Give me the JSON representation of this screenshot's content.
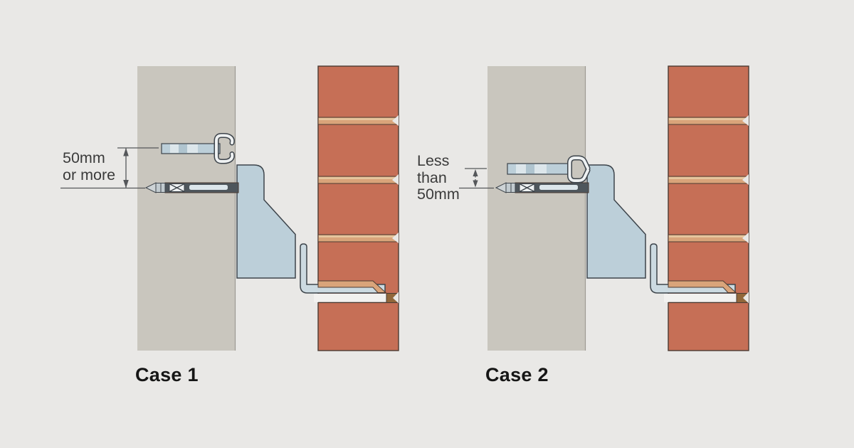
{
  "cases": [
    {
      "label": "Case 1",
      "dimension_label_lines": [
        "50mm",
        "or more"
      ]
    },
    {
      "label": "Case 2",
      "dimension_label_lines": [
        "Less",
        "than",
        "50mm"
      ]
    }
  ],
  "colors": {
    "bg": "#e9e8e6",
    "gap": "#f2f1ef",
    "concrete": "#c9c6be",
    "concrete_edge": "#9d9a92",
    "brick": "#c66f56",
    "mortar": "#d9a47a",
    "mortar_light": "#e7c9a2",
    "steel": "#bccfd9",
    "steel_light": "#ccdae1",
    "clip_light": "#eef1f2",
    "anchor_dark": "#4e565c",
    "anchor_light": "#dce6eb",
    "brown": "#91673a",
    "outline_steel": "#3d444b",
    "outline_brick": "#4a3b33",
    "dim_line": "#55575a",
    "text": "#3b3b3b",
    "label_text": "#161616"
  }
}
